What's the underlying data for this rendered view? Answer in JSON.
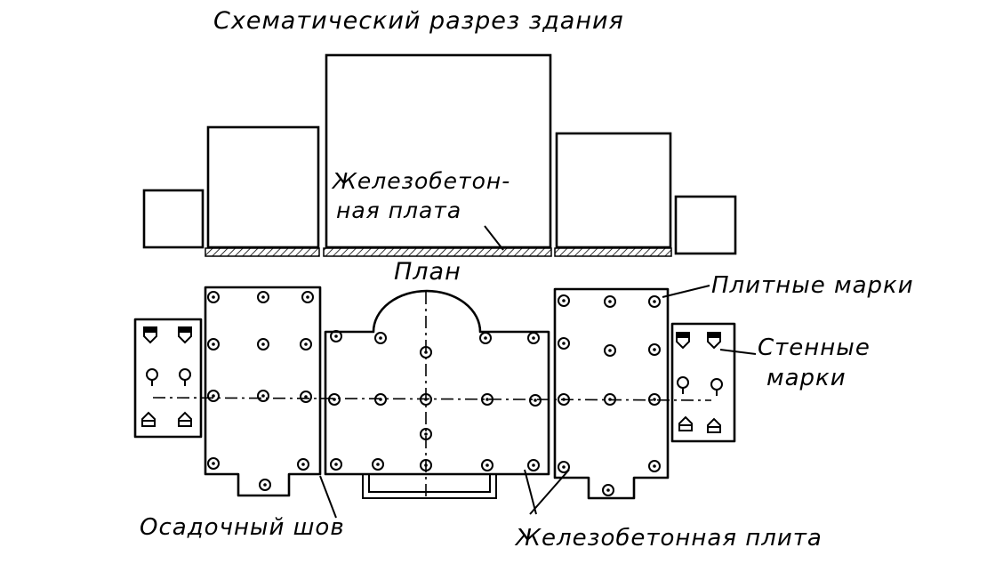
{
  "section": {
    "title": "Схематический разрез здания",
    "slab_label_line1": "Железобетон-",
    "slab_label_line2": "ная плата"
  },
  "plan": {
    "title": "План",
    "slab_marks_label": "Плитные марки",
    "wall_marks_label_line1": "Стенные",
    "wall_marks_label_line2": "марки",
    "settlement_joint_label": "Осадочный шов",
    "slab_label": "Железобетонная плита"
  },
  "colors": {
    "ink": "#000000",
    "paper": "#ffffff"
  }
}
